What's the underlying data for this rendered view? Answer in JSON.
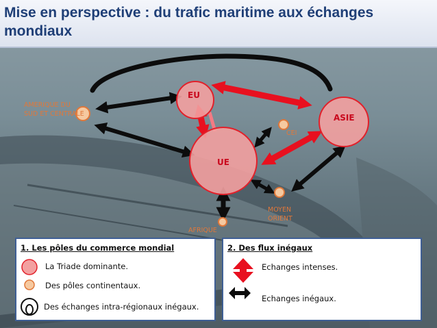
{
  "title": "Mise en perspective : du trafic maritime aux échanges mondiaux",
  "poles": {
    "eu": "EU",
    "asie": "ASIE",
    "ue": "UE",
    "amerique": "AMERIQUE DU SUD ET CENTRALE",
    "cei": "CEI",
    "moyen_orient": "MOYEN ORIENT",
    "afrique": "AFRIQUE"
  },
  "legend_left": {
    "heading": "1. Les pôles du commerce mondial",
    "items": [
      "La Triade dominante.",
      "Des pôles continentaux.",
      "Des échanges intra-régionaux inégaux."
    ]
  },
  "legend_right": {
    "heading": "2. Des flux inégaux",
    "items": [
      "Echanges intenses.",
      "Echanges inégaux."
    ]
  },
  "colors": {
    "triade_fill": "#f3a0a0",
    "triade_stroke": "#e2202a",
    "continental_fill": "#f6c9a0",
    "continental_stroke": "#e0783a",
    "intense_arrow": "#e8101f",
    "unequal_arrow": "#0c0c0c",
    "title": "#1f3f77"
  }
}
